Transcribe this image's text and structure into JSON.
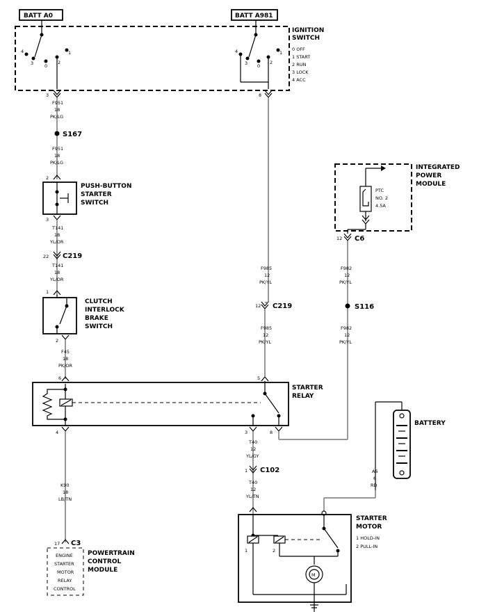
{
  "labels": {
    "batt_a0": "BATT A0",
    "batt_a981": "BATT A981",
    "ignition_switch_1": "IGNITION",
    "ignition_switch_2": "SWITCH",
    "ign_pos_0": "0 OFF",
    "ign_pos_1": "1 START",
    "ign_pos_2": "2 RUN",
    "ign_pos_3": "3 LOCK",
    "ign_pos_4": "4 ACC",
    "pb_1": "PUSH-BUTTON",
    "pb_2": "STARTER",
    "pb_3": "SWITCH",
    "ci_1": "CLUTCH",
    "ci_2": "INTERLOCK",
    "ci_3": "BRAKE",
    "ci_4": "SWITCH",
    "ipm_1": "INTEGRATED",
    "ipm_2": "POWER",
    "ipm_3": "MODULE",
    "ptc_1": "PTC",
    "ptc_2": "NO. 2",
    "ptc_3": "4.5A",
    "starter_relay_1": "STARTER",
    "starter_relay_2": "RELAY",
    "battery": "BATTERY",
    "starter_motor_1": "STARTER",
    "starter_motor_2": "MOTOR",
    "sm_hold": "1 HOLD-IN",
    "sm_pull": "2 PULL-IN",
    "pcm_1": "POWERTRAIN",
    "pcm_2": "CONTROL",
    "pcm_3": "MODULE",
    "pcm_in_1": "ENGINE",
    "pcm_in_2": "STARTER",
    "pcm_in_3": "MOTOR",
    "pcm_in_4": "RELAY",
    "pcm_in_5": "CONTROL",
    "motor_m": "M"
  },
  "connectors": {
    "s167": "S167",
    "c219a": "C219",
    "c219b": "C219",
    "c6": "C6",
    "s116": "S116",
    "c102": "C102",
    "c3": "C3"
  },
  "pins": {
    "ign_4": "4",
    "ign_3": "3",
    "ign_0": "0",
    "ign_2": "2",
    "ign_1": "1",
    "ign2_4": "4",
    "ign2_3": "3",
    "ign2_0": "0",
    "ign2_2": "2",
    "ign2_1": "1",
    "ign_out_a": "3",
    "ign_out_b": "8",
    "pb_in": "2",
    "pb_out": "3",
    "c219a_pin": "22",
    "ci_in": "1",
    "ci_out": "2",
    "c219b_pin": "12",
    "relay_6": "6",
    "relay_5": "5",
    "relay_4": "4",
    "relay_3": "3",
    "relay_8": "8",
    "c6_pin": "12",
    "c102_pin": "1",
    "c3_pin": "17",
    "sm_1": "1",
    "sm_2": "2"
  },
  "wires": {
    "f951a": [
      "F951",
      "18",
      "PK/LG"
    ],
    "f951b": [
      "F951",
      "18",
      "PK/LG"
    ],
    "t141a": [
      "T141",
      "18",
      "YL/OR"
    ],
    "t141b": [
      "T141",
      "18",
      "YL/OR"
    ],
    "f45": [
      "F45",
      "18",
      "PK/OR"
    ],
    "k90": [
      "K90",
      "18",
      "LB/TN"
    ],
    "f985a": [
      "F985",
      "12",
      "PK/YL"
    ],
    "f985b": [
      "F985",
      "12",
      "PK/YL"
    ],
    "f982a": [
      "F982",
      "12",
      "PK/YL"
    ],
    "f982b": [
      "F982",
      "12",
      "PK/YL"
    ],
    "t40a": [
      "T40",
      "12",
      "YL/GY"
    ],
    "t40b": [
      "T40",
      "12",
      "YL/TN"
    ],
    "a6": [
      "A6",
      "6",
      "RD"
    ]
  }
}
